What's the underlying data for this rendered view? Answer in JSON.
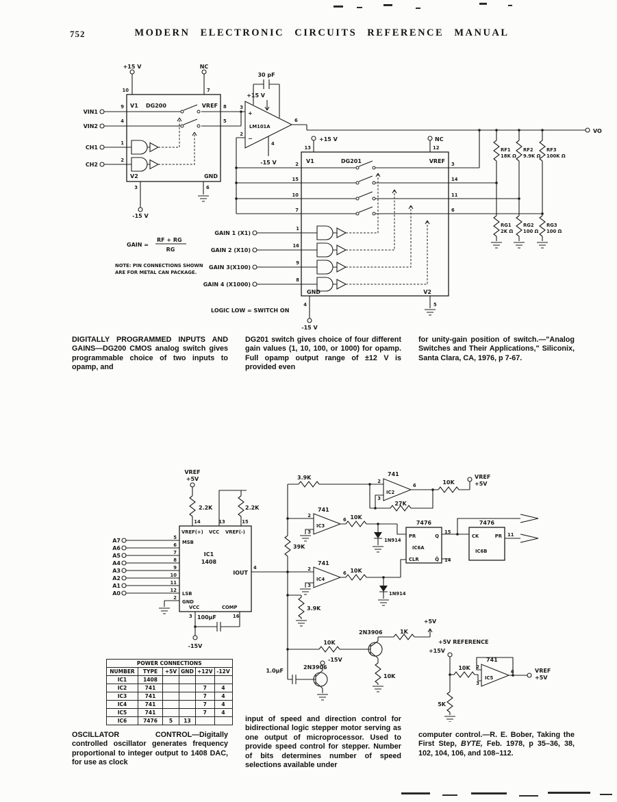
{
  "page": {
    "number": "752",
    "title": "MODERN ELECTRONIC CIRCUITS REFERENCE MANUAL"
  },
  "f1": {
    "dg200_vplus": "+15 V",
    "dg200_nc": "NC",
    "dg200_p10": "10",
    "dg200_p7": "7",
    "dg200_v1": "V1",
    "dg200_name": "DG200",
    "dg200_vref": "VREF",
    "dg200_p9": "9",
    "vin1": "VIN1",
    "dg200_p4": "4",
    "vin2": "VIN2",
    "dg200_p8": "8",
    "dg200_p5": "5",
    "ch1": "CH1",
    "dg200_p1": "1",
    "ch2": "CH2",
    "dg200_p2": "2",
    "dg200_v2": "V2",
    "dg200_gnd": "GND",
    "dg200_p3": "3",
    "dg200_p6": "6",
    "dg200_vminus": "-15 V",
    "cap30": "30 pF",
    "op_vplus": "+15 V",
    "op_p3": "3",
    "op_plus": "+",
    "op_p2": "2",
    "op_minus": "−",
    "op_name": "LM101A",
    "op_p6": "6",
    "op_p4": "4",
    "op_vminus": "-15 V",
    "dg201_vplus": "+15 V",
    "dg201_nc": "NC",
    "dg201_p13": "13",
    "dg201_p12": "12",
    "dg201_v1": "V1",
    "dg201_name": "DG201",
    "dg201_vref": "VREF",
    "dg201_p2": "2",
    "dg201_p3": "3",
    "dg201_p15": "15",
    "dg201_p14": "14",
    "dg201_p10": "10",
    "dg201_p11": "11",
    "dg201_p7": "7",
    "dg201_p6": "6",
    "dg201_p1": "1",
    "dg201_p16": "16",
    "dg201_p9": "9",
    "dg201_p8": "8",
    "dg201_gnd": "GND",
    "dg201_v2": "V2",
    "dg201_p4": "4",
    "dg201_p5": "5",
    "dg201_vminus": "-15 V",
    "gain1": "GAIN 1 (X1)",
    "gain2": "GAIN 2 (X10)",
    "gain3": "GAIN 3(X100)",
    "gain4": "GAIN 4 (X1000)",
    "logic_note": "LOGIC LOW = SWITCH ON",
    "vo": "VO",
    "rf1": "RF1",
    "rf1v": "18K Ω",
    "rf2": "RF2",
    "rf2v": "9.9K Ω",
    "rf3": "RF3",
    "rf3v": "100K Ω",
    "rg1": "RG1",
    "rg1v": "2K Ω",
    "rg2": "RG2",
    "rg2v": "100 Ω",
    "rg3": "RG3",
    "rg3v": "100 Ω",
    "gain_lhs": "GAIN =",
    "gain_num": "RF + RG",
    "gain_den": "RG",
    "note1": "NOTE: PIN CONNECTIONS SHOWN",
    "note2": "ARE FOR METAL CAN PACKAGE."
  },
  "caption1": {
    "col1": "DIGITALLY PROGRAMMED INPUTS AND GAINS—DG200 CMOS analog switch gives programmable choice of two inputs to opamp, and",
    "col2": "DG201 switch gives choice of four different gain values (1, 10, 100, or 1000) for opamp. Full opamp output range of ±12 V is provided even",
    "col3": "for unity-gain position of switch.—\"Analog Switches and Their Applications,\" Siliconix, Santa Clara, CA, 1976, p 7-67."
  },
  "f2": {
    "vref_t": "VREF",
    "p5_t": "+5V",
    "r22a": "2.2K",
    "r22b": "2.2K",
    "p14": "14",
    "p13": "13",
    "p15": "15",
    "vrefp": "VREF(+)",
    "vcct": "VCC",
    "vrefm": "VREF(-)",
    "a7": "A7",
    "a6": "A6",
    "a5": "A5",
    "a4": "A4",
    "a3": "A3",
    "a2": "A2",
    "a1": "A1",
    "a0": "A0",
    "p5": "5",
    "p6": "6",
    "p7": "7",
    "p8": "8",
    "p9": "9",
    "p10": "10",
    "p11": "11",
    "p12": "12",
    "p2": "2",
    "msb": "MSB",
    "lsb": "LSB",
    "gnd": "GND",
    "ic1": "IC1",
    "ic1t": "1408",
    "iout": "IOUT",
    "p4": "4",
    "vccb": "VCC",
    "comp": "COMP",
    "p3": "3",
    "p16": "16",
    "c100": "100μF",
    "m15a": "-15V",
    "r39a": "3.9K",
    "ic2t": "741",
    "ic2": "IC2",
    "ic2p2": "2",
    "ic2p3": "3",
    "ic2p6": "6",
    "r27": "27K",
    "r10p": "10K",
    "vrefp2": "VREF",
    "p5p": "+5V",
    "ic3t": "741",
    "ic3": "IC3",
    "ic3p2": "2",
    "ic3p3": "3",
    "ic3p6": "6",
    "r10a": "10K",
    "d1": "1N914",
    "ffa": "7476",
    "pra": "PR",
    "qa": "Q",
    "p15f": "15",
    "ic6a": "IC6A",
    "clra": "CLR",
    "qba": "Q̄",
    "p14f": "14",
    "ffb": "7476",
    "ckb": "CK",
    "prb": "PR",
    "p11f": "11",
    "ic6b": "IC6B",
    "r39k": "39K",
    "ic4t": "741",
    "ic4": "IC4",
    "ic4p2": "2",
    "ic4p3": "3",
    "ic4p6": "6",
    "r10b": "10K",
    "d2": "1N914",
    "r39b": "3.9K",
    "r10base": "10K",
    "q1": "2N3906",
    "r1k": "1K",
    "p5arr": "+5V",
    "p5ref": "+5V REFERENCE",
    "r10c": "10K",
    "c1uf": "1.0μF",
    "q2": "2N3906",
    "m15q": "-15V",
    "p15v": "+15V",
    "r10e": "10K",
    "ic5t": "741",
    "ic5": "IC5",
    "ic5p2": "2",
    "ic5p3": "3",
    "ic5p6": "6",
    "vrefo": "VREF",
    "p5o": "+5V",
    "r5k": "5K"
  },
  "power_table": {
    "title": "POWER CONNECTIONS",
    "headers": [
      "NUMBER",
      "TYPE",
      "+5V",
      "GND",
      "+12V",
      "-12V"
    ],
    "rows": [
      [
        "IC1",
        "1408",
        "",
        "",
        "",
        ""
      ],
      [
        "IC2",
        "741",
        "",
        "",
        "7",
        "4"
      ],
      [
        "IC3",
        "741",
        "",
        "",
        "7",
        "4"
      ],
      [
        "IC4",
        "741",
        "",
        "",
        "7",
        "4"
      ],
      [
        "IC5",
        "741",
        "",
        "",
        "7",
        "4"
      ],
      [
        "IC6",
        "7476",
        "5",
        "13",
        "",
        ""
      ]
    ]
  },
  "caption2": {
    "col1": "OSCILLATOR CONTROL—Digitally controlled oscillator generates frequency proportional to integer output to 1408 DAC, for use as clock",
    "col2": "input of speed and direction control for bidirectional logic stepper motor serving as one output of microprocessor. Used to provide speed control for stepper. Number of bits determines number of speed selections available under",
    "col3_pre": "computer control.—R. E. Bober, Taking the First Step, ",
    "col3_italic": "BYTE,",
    "col3_post": " Feb. 1978, p 35–36, 38, 102, 104, 106, and 108–112."
  }
}
